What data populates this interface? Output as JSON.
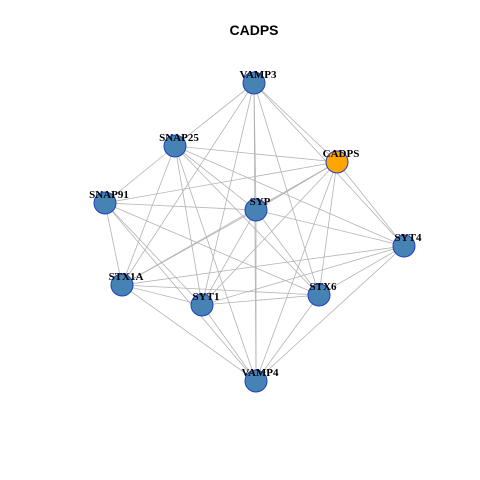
{
  "title": "CADPS",
  "colors": {
    "node_default": "#4682b4",
    "node_highlight": "#ffa500",
    "node_border": "#1f3fbf",
    "edge": "#b3b3b3"
  },
  "nodes": [
    {
      "id": "VAMP3",
      "label": "VAMP3",
      "highlight": false
    },
    {
      "id": "SNAP25",
      "label": "SNAP25",
      "highlight": false
    },
    {
      "id": "CADPS",
      "label": "CADPS",
      "highlight": true
    },
    {
      "id": "SNAP91",
      "label": "SNAP91",
      "highlight": false
    },
    {
      "id": "SYP",
      "label": "SYP",
      "highlight": false
    },
    {
      "id": "SYT4",
      "label": "SYT4",
      "highlight": false
    },
    {
      "id": "STX1A",
      "label": "STX1A",
      "highlight": false
    },
    {
      "id": "SYT1",
      "label": "SYT1",
      "highlight": false
    },
    {
      "id": "STX6",
      "label": "STX6",
      "highlight": false
    },
    {
      "id": "VAMP4",
      "label": "VAMP4",
      "highlight": false
    }
  ],
  "edges": [
    [
      "VAMP3",
      "SNAP25"
    ],
    [
      "VAMP3",
      "CADPS"
    ],
    [
      "VAMP3",
      "SYP"
    ],
    [
      "VAMP3",
      "SYT4"
    ],
    [
      "VAMP3",
      "STX1A"
    ],
    [
      "VAMP3",
      "SYT1"
    ],
    [
      "VAMP3",
      "STX6"
    ],
    [
      "VAMP3",
      "VAMP4"
    ],
    [
      "SNAP25",
      "CADPS"
    ],
    [
      "SNAP25",
      "SNAP91"
    ],
    [
      "SNAP25",
      "SYP"
    ],
    [
      "SNAP25",
      "SYT4"
    ],
    [
      "SNAP25",
      "STX1A"
    ],
    [
      "SNAP25",
      "SYT1"
    ],
    [
      "SNAP25",
      "STX6"
    ],
    [
      "SNAP25",
      "VAMP4"
    ],
    [
      "CADPS",
      "SNAP91"
    ],
    [
      "CADPS",
      "SYP"
    ],
    [
      "CADPS",
      "SYT4"
    ],
    [
      "CADPS",
      "STX1A"
    ],
    [
      "CADPS",
      "SYT1"
    ],
    [
      "CADPS",
      "STX6"
    ],
    [
      "CADPS",
      "VAMP4"
    ],
    [
      "SNAP91",
      "SYP"
    ],
    [
      "SNAP91",
      "STX1A"
    ],
    [
      "SNAP91",
      "SYT1"
    ],
    [
      "SNAP91",
      "STX6"
    ],
    [
      "SNAP91",
      "VAMP4"
    ],
    [
      "SYP",
      "SYT4"
    ],
    [
      "SYP",
      "STX1A"
    ],
    [
      "SYP",
      "SYT1"
    ],
    [
      "SYP",
      "STX6"
    ],
    [
      "SYP",
      "VAMP4"
    ],
    [
      "SYT4",
      "STX1A"
    ],
    [
      "SYT4",
      "SYT1"
    ],
    [
      "SYT4",
      "STX6"
    ],
    [
      "SYT4",
      "VAMP4"
    ],
    [
      "STX1A",
      "SYT1"
    ],
    [
      "STX1A",
      "STX6"
    ],
    [
      "STX1A",
      "VAMP4"
    ],
    [
      "SYT1",
      "STX6"
    ],
    [
      "SYT1",
      "VAMP4"
    ],
    [
      "STX6",
      "VAMP4"
    ]
  ]
}
